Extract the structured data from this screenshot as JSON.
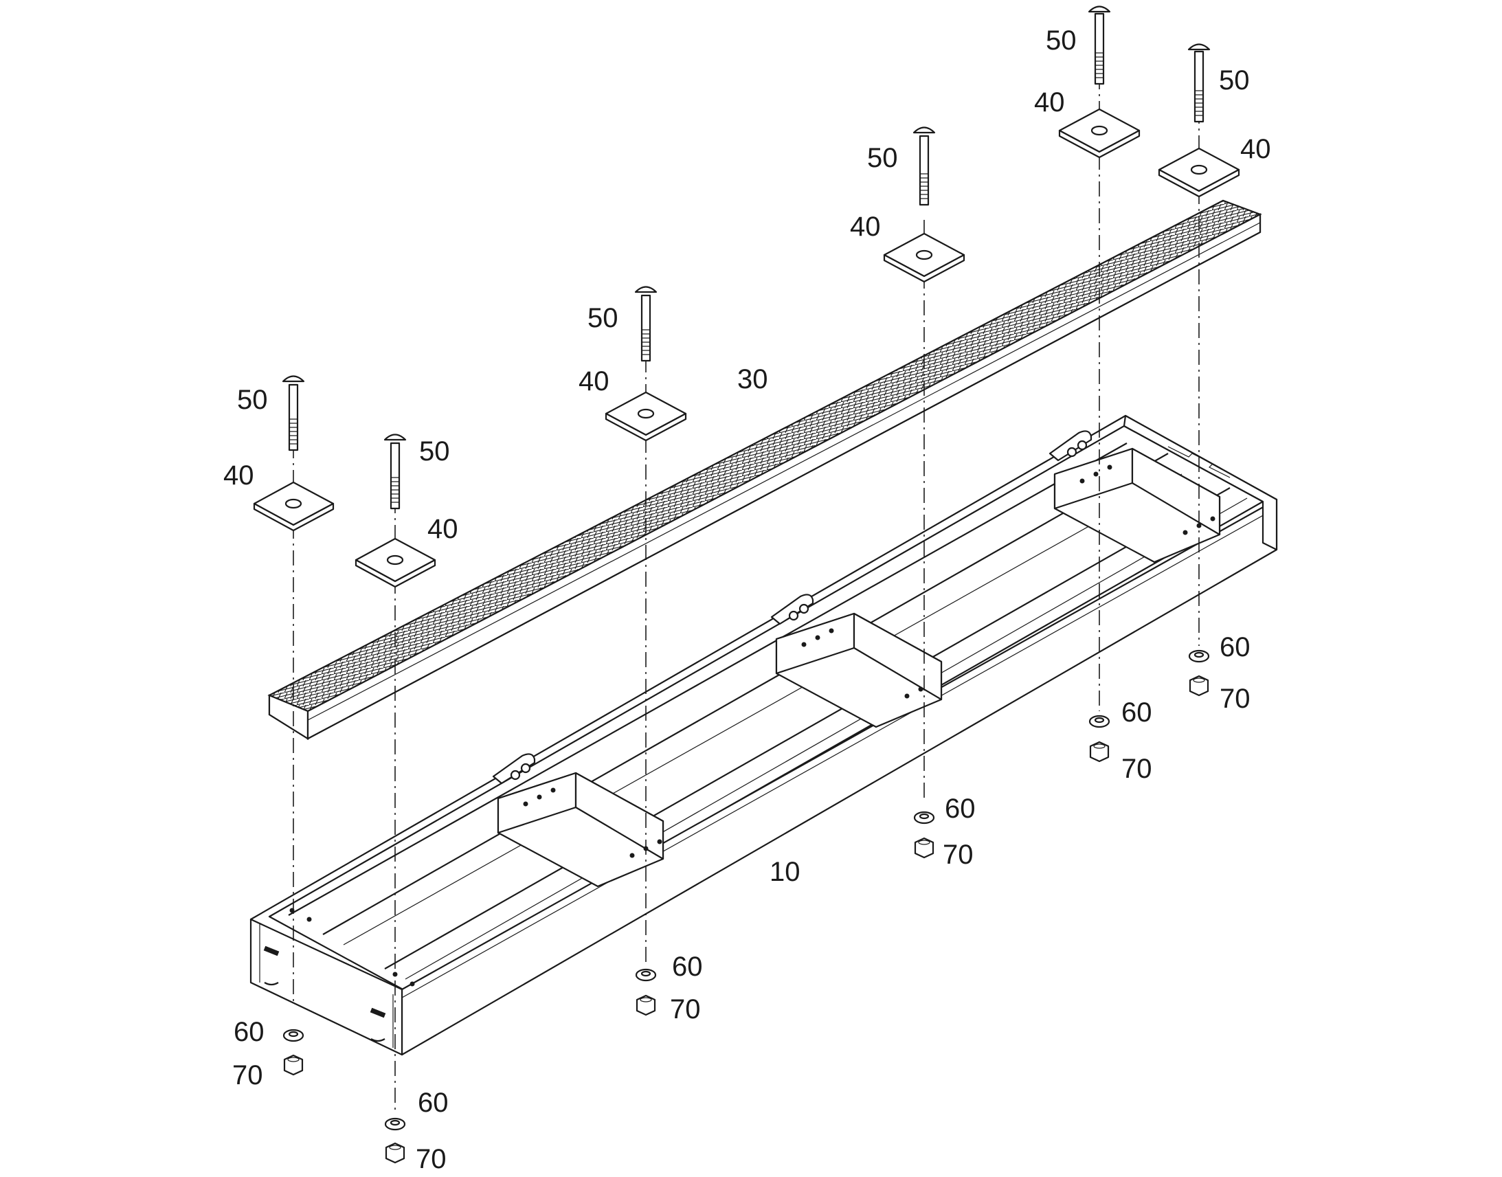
{
  "parts": {
    "frame": "10",
    "grating": "30",
    "plate": "40",
    "bolt": "50",
    "washer": "60",
    "nut": "70"
  },
  "colors": {
    "ink": "#1a1a1a",
    "paper": "#ffffff"
  }
}
